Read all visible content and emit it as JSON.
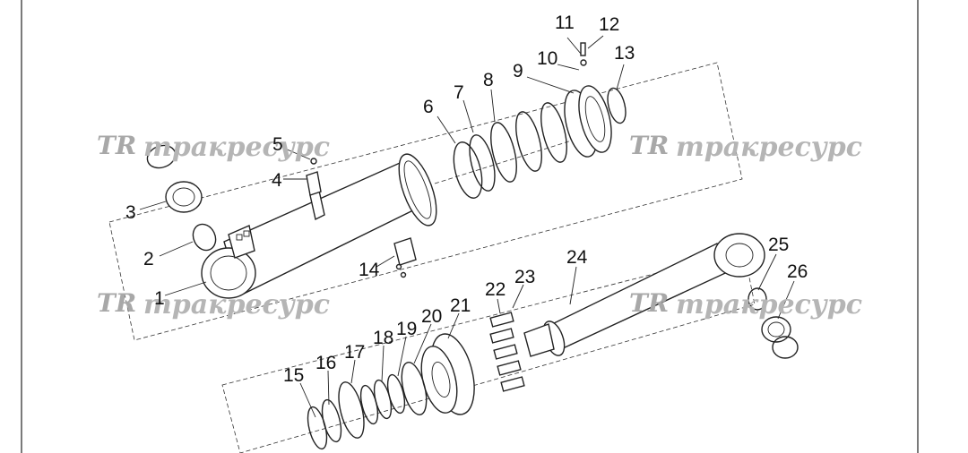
{
  "callouts": [
    {
      "id": "1",
      "label": "1"
    },
    {
      "id": "2",
      "label": "2"
    },
    {
      "id": "3",
      "label": "3"
    },
    {
      "id": "4",
      "label": "4"
    },
    {
      "id": "5",
      "label": "5"
    },
    {
      "id": "6",
      "label": "6"
    },
    {
      "id": "7",
      "label": "7"
    },
    {
      "id": "8",
      "label": "8"
    },
    {
      "id": "9",
      "label": "9"
    },
    {
      "id": "10",
      "label": "10"
    },
    {
      "id": "11",
      "label": "11"
    },
    {
      "id": "12",
      "label": "12"
    },
    {
      "id": "13",
      "label": "13"
    },
    {
      "id": "14",
      "label": "14"
    },
    {
      "id": "15",
      "label": "15"
    },
    {
      "id": "16",
      "label": "16"
    },
    {
      "id": "17",
      "label": "17"
    },
    {
      "id": "18",
      "label": "18"
    },
    {
      "id": "19",
      "label": "19"
    },
    {
      "id": "20",
      "label": "20"
    },
    {
      "id": "21",
      "label": "21"
    },
    {
      "id": "22",
      "label": "22"
    },
    {
      "id": "23",
      "label": "23"
    },
    {
      "id": "24",
      "label": "24"
    },
    {
      "id": "25",
      "label": "25"
    },
    {
      "id": "26",
      "label": "26"
    }
  ],
  "watermark": {
    "logo": "TR",
    "text": "тракресурс"
  }
}
